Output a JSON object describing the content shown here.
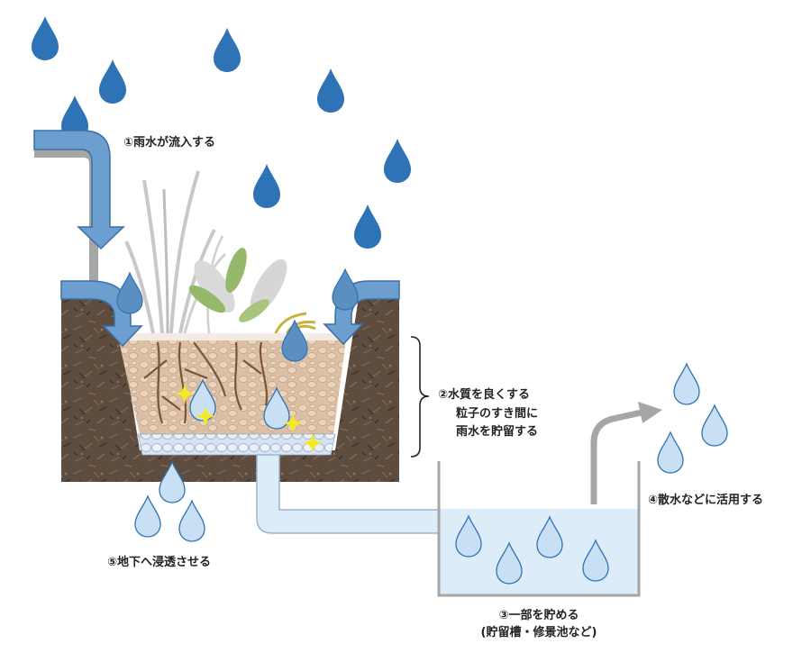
{
  "labels": {
    "step1": "①雨水が流入する",
    "step2_line1": "②水質を良くする",
    "step2_line2": "粒子のすき間に",
    "step2_line3": "雨水を貯留する",
    "step3_line1": "③一部を貯める",
    "step3_line2": "(貯留槽・修景池など)",
    "step4": "④散水などに活用する",
    "step5": "⑤地下へ浸透させる"
  },
  "colors": {
    "rain_drop": "#2e73b6",
    "light_drop": "#c9e0f4",
    "pipe": "#6c9fcf",
    "gray_pipe": "#a6a6a6",
    "soil": "#5e4c3e",
    "filter": "#dcbfa4",
    "gravel": "#d6e3f3",
    "tank_water": "#dcecf9",
    "sparkle": "#f3ea1f"
  },
  "icons": [
    "raindrop-icon",
    "sparkle-icon",
    "plant-icon",
    "arrow-icon"
  ]
}
